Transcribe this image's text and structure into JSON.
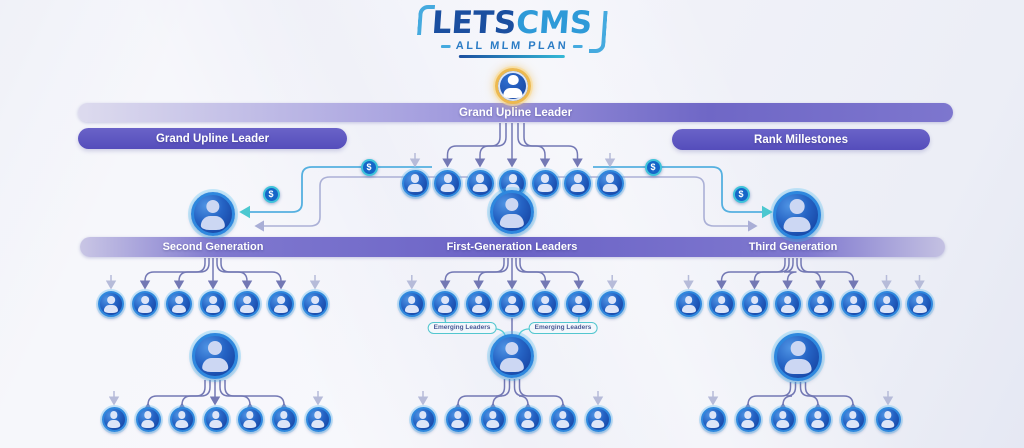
{
  "logo": {
    "brand_primary": "LETS",
    "brand_secondary": "CMS",
    "tagline": "ALL MLM PLAN"
  },
  "banners": {
    "top": "Grand Upline Leader",
    "left_pill": "Grand Upline Leader",
    "right_pill": "Rank Millestones"
  },
  "generation_bar": {
    "left": "Second Generation",
    "center": "First-Generation Leaders",
    "right": "Third Generation"
  },
  "labels": {
    "emerging_left": "Emerging Leaders",
    "emerging_right": "Emerging Leaders",
    "coin_symbol": "$"
  },
  "colors": {
    "banner_purple": "#5a52bd",
    "icon_blue": "#1d50ae",
    "icon_ring_blue": "#2e88de",
    "teal_accent": "#4cc8d0",
    "gold_ring": "#edb950",
    "logo_dark_blue": "#1b4fa0",
    "logo_light_blue": "#2e9ad8",
    "arrow_purple": "#7378b4",
    "background": "#eef0f8"
  },
  "diagram": {
    "type": "mlm-generation-tree",
    "root": {
      "label": "Grand Upline Leader",
      "direct_children": 7
    },
    "generations": [
      {
        "label": "Second Generation",
        "members": 7,
        "sub_leader_children": 7
      },
      {
        "label": "First-Generation Leaders",
        "members": 7,
        "notes": [
          "Emerging Leaders",
          "Emerging Leaders"
        ],
        "sub_leader_children": 6
      },
      {
        "label": "Third Generation",
        "members": 8,
        "sub_leader_children": 6
      }
    ],
    "reward_coins": 4
  }
}
